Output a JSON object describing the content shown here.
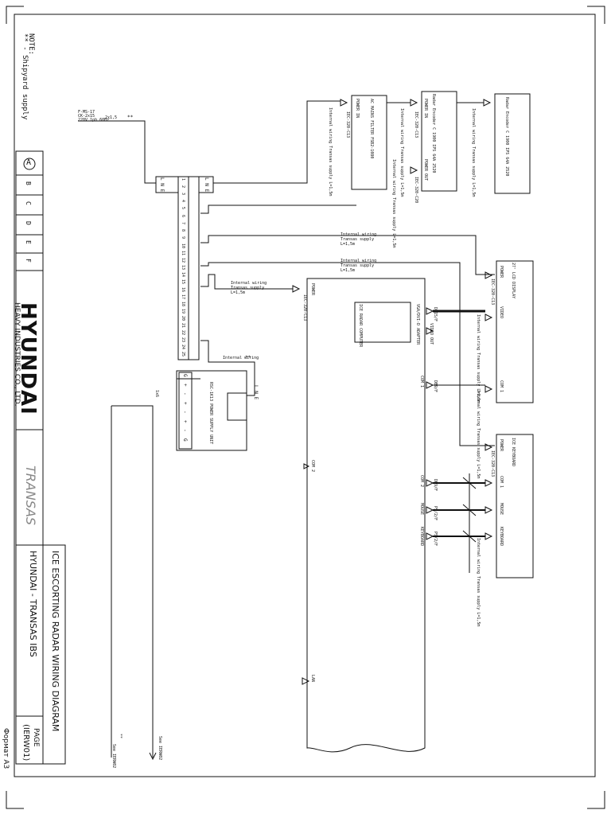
{
  "note": {
    "title": "NOTE:",
    "text": "** - Shipyard supply"
  },
  "revisions": {
    "marker": "A",
    "rows": [
      "B",
      "C",
      "D",
      "E",
      "F"
    ]
  },
  "company": {
    "name": "HYUNDAI",
    "sub": "HEAVY INDUSTRIES CO., LTD.",
    "partner": "TRANSAS"
  },
  "drawing": {
    "title": "ICE ESCORTING RADAR WIRING DIAGRAM",
    "project": "HYUNDAI - TRANSAS IBS",
    "page_label": "PAGE",
    "page_code": "(IERW01)",
    "format": "Формат А3"
  },
  "power_feed": {
    "l1": "F-MS-17",
    "l2": "CK-2x15",
    "l3": "220V 1ph 60Hz",
    "cable": "2x1,5",
    "mark": "**"
  },
  "terminal": {
    "header": "L N E",
    "numbers": [
      "1",
      "2",
      "3",
      "4",
      "5",
      "6",
      "7",
      "8",
      "9",
      "10",
      "11",
      "12",
      "13",
      "14",
      "15",
      "16",
      "17",
      "18",
      "19",
      "20",
      "21",
      "22",
      "23",
      "24",
      "25"
    ],
    "lne": "L N E"
  },
  "devices": {
    "filter": {
      "name": "AC MAINS FILTER FSB2-1080",
      "port": "POWER IN",
      "cable": "IEC-320-C13",
      "wiring": "Internal wiring Transas supply L=1,5m"
    },
    "encoder": {
      "name": "Radar Encoder C 1900 IPS 64A 2520",
      "port_in": "POWER IN",
      "port_out": "POWER OUT",
      "cable_in": "IEC-320-C13",
      "cable_out": "IEC-320-C20",
      "wiring": "Internal wiring Transas supply L=1,5m"
    },
    "encoder_src": {
      "name": "Radar Encoder C 1900 IPS 64A 2520",
      "wiring": "Internal wiring Transas supply L=1,5m"
    },
    "display": {
      "name": "27' LCD DISPLAY",
      "port_power": "POWER",
      "port_vid": "VIDEO",
      "port_com": "COM 1",
      "cable": "IEC-320-C13",
      "wiring": "Internal wiring Transas supply L=1,5m"
    },
    "keyboard": {
      "name": "ICE KEYBOARD",
      "port_power": "POWER",
      "port_com": "COM 1",
      "port_mouse": "MOUSE",
      "port_kbd": "KEYBOARD",
      "cable": "IEC-320-C13",
      "wiring": "Internal wiring Transas supply L=1,5m"
    },
    "computer": {
      "name": "ICE RADAR COMPUTER",
      "port": "POWER",
      "cable": "IEC-320-C13",
      "board": "VGA/DVI-D ADAPTER",
      "video": "VIDEO OUT",
      "com2": "COM 2",
      "lan": "LAN",
      "ports": [
        "DB9/F",
        "DB9/F",
        "PS/2/F",
        "PS/2/F",
        "DB15/F"
      ]
    },
    "psu": {
      "name": "RSC-1K13 POWER SUPPLY UNIT",
      "pins": [
        "G",
        "+",
        "-",
        "+",
        "-",
        "+",
        "-",
        "G"
      ],
      "mark": "1x6",
      "lne": "L N E"
    }
  },
  "wires": {
    "internal": "Internal wiring Transas supply L=1,5m",
    "internal_short": "Internal wiring",
    "mark": "**",
    "com_out": "COM 2",
    "bottom_a": "See IERW02",
    "bottom_b": "See IERW02",
    "bottom_mark": "**"
  }
}
